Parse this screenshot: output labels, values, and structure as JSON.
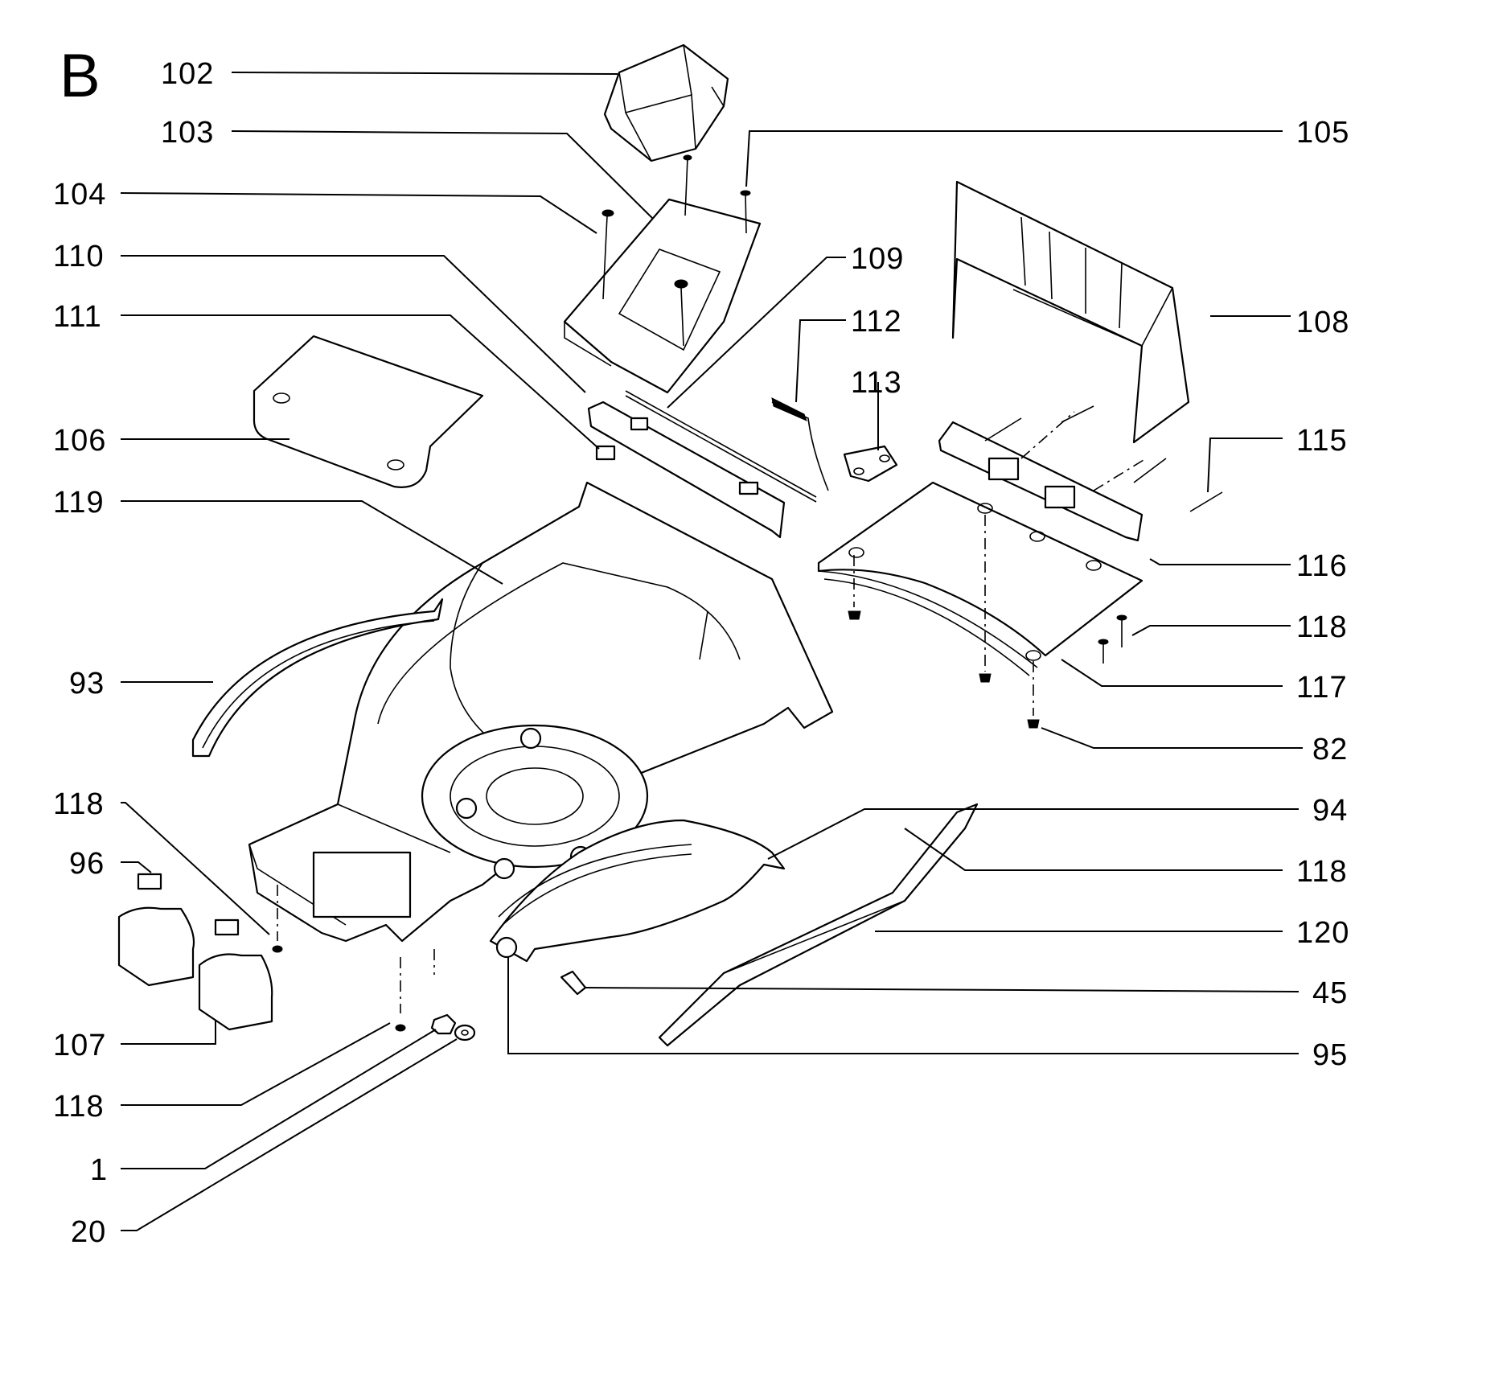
{
  "title": "B",
  "labels_left": [
    "102",
    "103",
    "104",
    "110",
    "111",
    "106",
    "119",
    "93",
    "118",
    "96",
    "107",
    "118",
    "1",
    "20"
  ],
  "labels_right": [
    "105",
    "109",
    "112",
    "113",
    "108",
    "115",
    "116",
    "118",
    "117",
    "82",
    "94",
    "118",
    "120",
    "45",
    "95"
  ]
}
